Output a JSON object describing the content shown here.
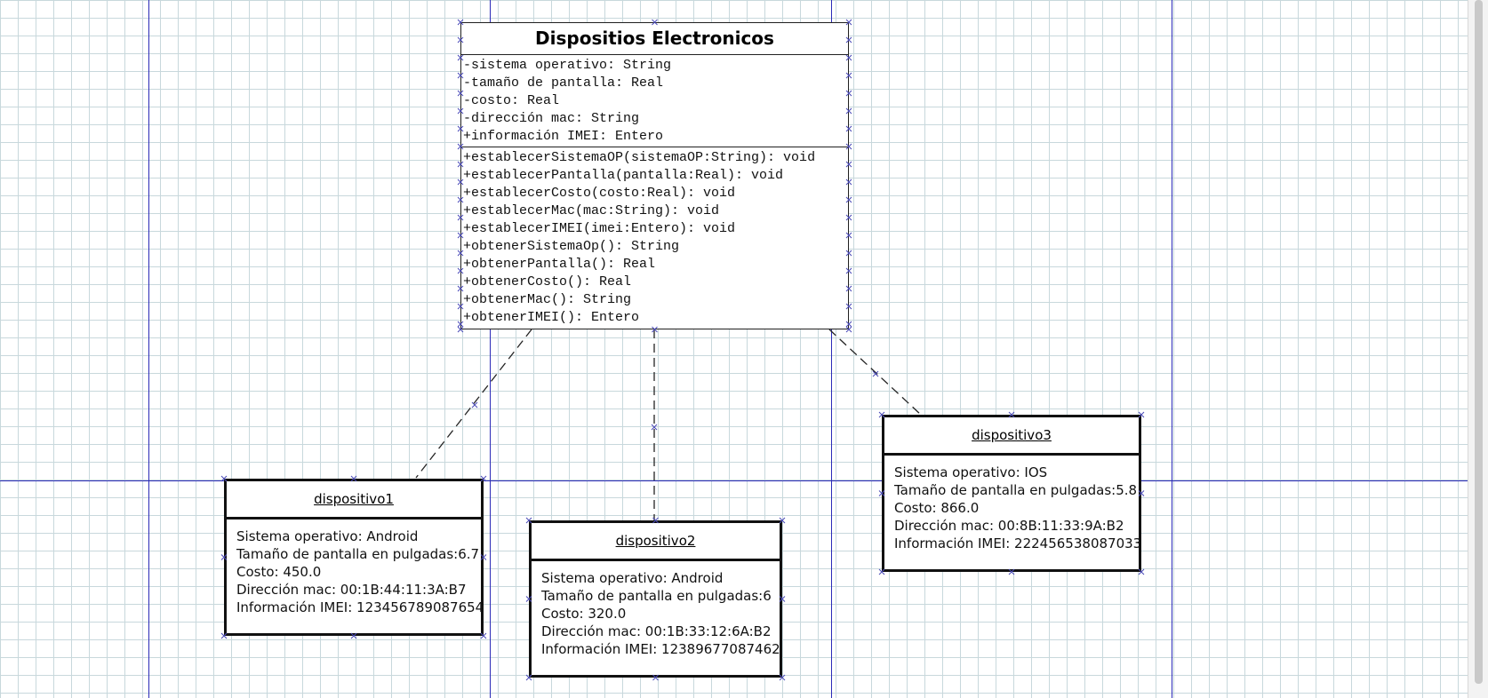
{
  "class": {
    "name": "Dispositios Electronicos",
    "attributes": [
      "-sistema operativo: String",
      "-tamaño de pantalla: Real",
      "-costo: Real",
      "-dirección mac: String",
      "+información IMEI: Entero"
    ],
    "methods": [
      "+establecerSistemaOP(sistemaOP:String): void",
      "+establecerPantalla(pantalla:Real): void",
      "+establecerCosto(costo:Real): void",
      "+establecerMac(mac:String): void",
      "+establecerIMEI(imei:Entero): void",
      "+obtenerSistemaOp(): String",
      "+obtenerPantalla(): Real",
      "+obtenerCosto(): Real",
      "+obtenerMac(): String",
      "+obtenerIMEI(): Entero"
    ]
  },
  "objects": [
    {
      "name": "dispositivo1",
      "lines": [
        "Sistema operativo: Android",
        "Tamaño de pantalla en pulgadas:6.7",
        "Costo: 450.0",
        "Dirección mac: 00:1B:44:11:3A:B7",
        "Información IMEI: 123456789087654"
      ]
    },
    {
      "name": "dispositivo2",
      "lines": [
        "Sistema operativo: Android",
        "Tamaño de pantalla en pulgadas:6",
        "Costo: 320.0",
        "Dirección mac: 00:1B:33:12:6A:B2",
        "Información IMEI: 12389677087462"
      ]
    },
    {
      "name": "dispositivo3",
      "lines": [
        "Sistema operativo: IOS",
        "Tamaño de pantalla en pulgadas:5.8",
        "Costo: 866.0",
        "Dirección mac: 00:8B:11:33:9A:B2",
        "Información IMEI: 222456538087033"
      ]
    }
  ],
  "colors": {
    "grid": "#c8d8dc",
    "guide": "#2b2bb8",
    "outline": "#111111",
    "handle": "#4a4ab8"
  }
}
